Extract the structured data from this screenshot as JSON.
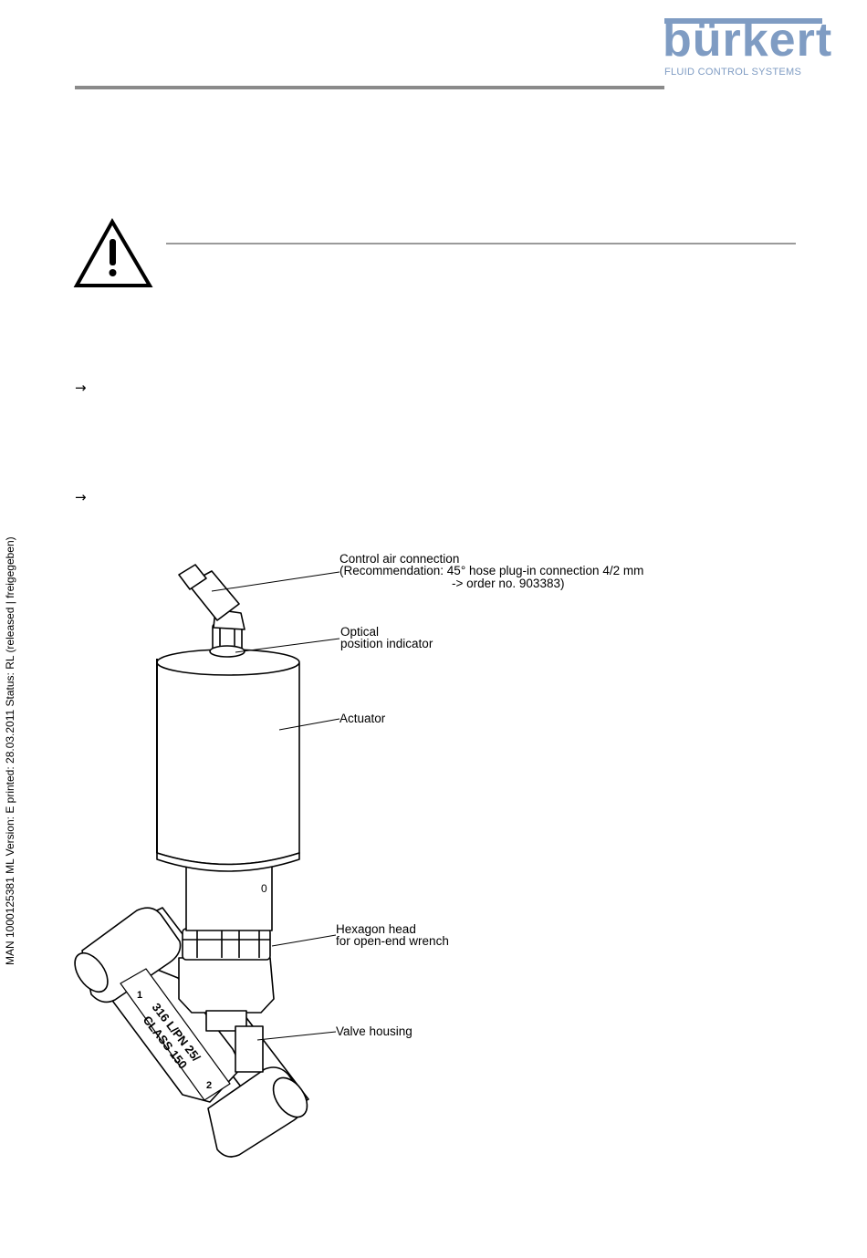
{
  "header": {
    "logo": {
      "brand": "bürkert",
      "tagline": "FLUID CONTROL SYSTEMS",
      "color": "#7f9cc3"
    }
  },
  "warning_icon": "warning-triangle-icon",
  "arrows": [
    "→",
    "→"
  ],
  "margin_note": "MAN  1000125381  ML  Version: E   printed: 28.03.2011 Status: RL (released | freigegeben)",
  "figure": {
    "callouts": {
      "control_air": {
        "line1": "Control air connection",
        "line2": "(Recommendation: 45° hose plug-in connection 4/2 mm",
        "line3": "-> order no. 903383)"
      },
      "optical": {
        "line1": "Optical",
        "line2": "position indicator"
      },
      "actuator": {
        "line1": "Actuator"
      },
      "hexagon": {
        "line1": "Hexagon head",
        "line2": "for open-end wrench"
      },
      "housing": {
        "line1": "Valve housing"
      }
    },
    "body_marking": {
      "port1": "1",
      "port2": "2",
      "line1": "316 L/PN 25/",
      "line2": "CLASS 150",
      "actuator_mark": "0"
    }
  }
}
